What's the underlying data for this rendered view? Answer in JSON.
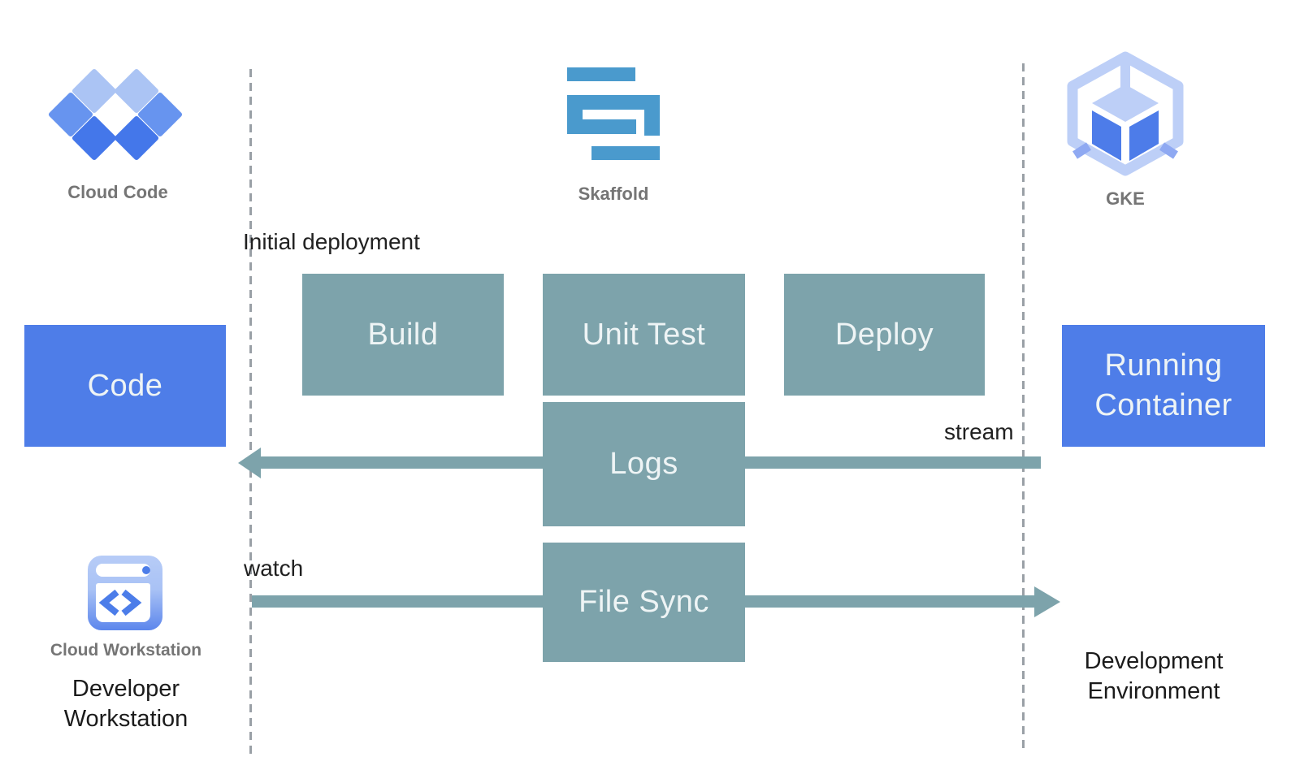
{
  "logos": {
    "cloud_code": "Cloud Code",
    "skaffold": "Skaffold",
    "gke": "GKE",
    "cloud_workstation": "Cloud Workstation"
  },
  "nodes": {
    "code": "Code",
    "build": "Build",
    "unit_test": "Unit Test",
    "deploy": "Deploy",
    "logs": "Logs",
    "file_sync": "File Sync",
    "running_container": "Running Container"
  },
  "annotations": {
    "initial_deployment": "Initial deployment",
    "stream": "stream",
    "watch": "watch"
  },
  "zones": {
    "developer_workstation": "Developer Workstation",
    "development_environment": "Development Environment"
  },
  "icons": [
    "cloud-code-diamonds-icon",
    "skaffold-s-bars-icon",
    "gke-hexagon-cube-icon",
    "cloud-workstation-window-icon",
    "left-arrow-head",
    "right-arrow-head"
  ],
  "colors": {
    "endpoint_blue": "#4e7de8",
    "pipeline_teal": "#7da3ab",
    "skaffold_blue": "#4a9acd",
    "diamond_light": "#abc4f4",
    "diamond_medium": "#6794ef",
    "diamond_dark": "#4477ea",
    "gke_light_blue": "#bdcff7",
    "gke_cube_blue": "#4d7ce9",
    "caption_gray": "#757575",
    "text_black": "#212121",
    "dash_gray": "#9aa0a6",
    "background": "#ffffff"
  }
}
